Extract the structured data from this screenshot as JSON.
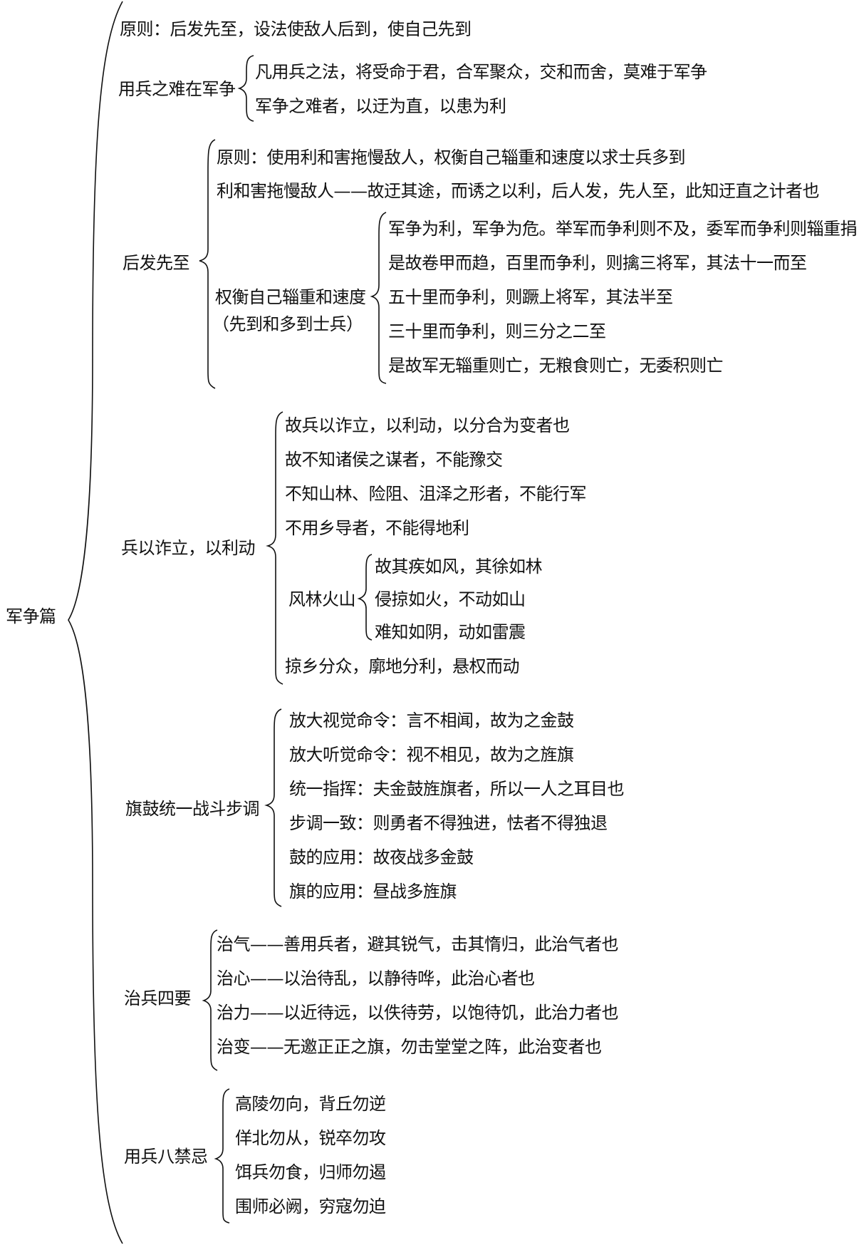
{
  "root": {
    "label": "军争篇"
  },
  "sections": [
    {
      "label": "原则：后发先至，设法使敌人后到，使自己先到"
    },
    {
      "label": "用兵之难在军争",
      "items": [
        "凡用兵之法，将受命于君，合军聚众，交和而舍，莫难于军争",
        "军争之难者，以迂为直，以患为利"
      ]
    },
    {
      "label": "后发先至",
      "items": [
        "原则：使用利和害拖慢敌人，权衡自己辎重和速度以求士兵多到",
        "利和害拖慢敌人——故迂其途，而诱之以利，后人发，先人至，此知迂直之计者也"
      ],
      "sub": {
        "label_line1": "权衡自己辎重和速度",
        "label_line2": "（先到和多到士兵）",
        "items": [
          "军争为利，军争为危。举军而争利则不及，委军而争利则辎重捐",
          "是故卷甲而趋，百里而争利，则擒三将军，其法十一而至",
          "五十里而争利，则蹶上将军，其法半至",
          "三十里而争利，则三分之二至",
          "是故军无辎重则亡，无粮食则亡，无委积则亡"
        ]
      }
    },
    {
      "label": "兵以诈立，以利动",
      "items": [
        "故兵以诈立，以利动，以分合为变者也",
        "故不知诸侯之谋者，不能豫交",
        "不知山林、险阻、沮泽之形者，不能行军",
        "不用乡导者，不能得地利"
      ],
      "sub": {
        "label": "风林火山",
        "items": [
          "故其疾如风，其徐如林",
          "侵掠如火，不动如山",
          "难知如阴，动如雷震"
        ]
      },
      "last_item": "掠乡分众，廓地分利，悬权而动"
    },
    {
      "label": "旗鼓统一战斗步调",
      "items": [
        "放大视觉命令：言不相闻，故为之金鼓",
        "放大听觉命令：视不相见，故为之旌旗",
        "统一指挥：夫金鼓旌旗者，所以一人之耳目也",
        "步调一致：则勇者不得独进，怯者不得独退",
        "鼓的应用：故夜战多金鼓",
        "旗的应用：昼战多旌旗"
      ]
    },
    {
      "label": "治兵四要",
      "items": [
        "治气——善用兵者，避其锐气，击其惰归，此治气者也",
        "治心——以治待乱，以静待哗，此治心者也",
        "治力——以近待远，以佚待劳，以饱待饥，此治力者也",
        "治变——无邀正正之旗，勿击堂堂之阵，此治变者也"
      ]
    },
    {
      "label": "用兵八禁忌",
      "items": [
        "高陵勿向，背丘勿逆",
        "佯北勿从，锐卒勿攻",
        "饵兵勿食，归师勿遏",
        "围师必阙，穷寇勿迫"
      ]
    }
  ]
}
